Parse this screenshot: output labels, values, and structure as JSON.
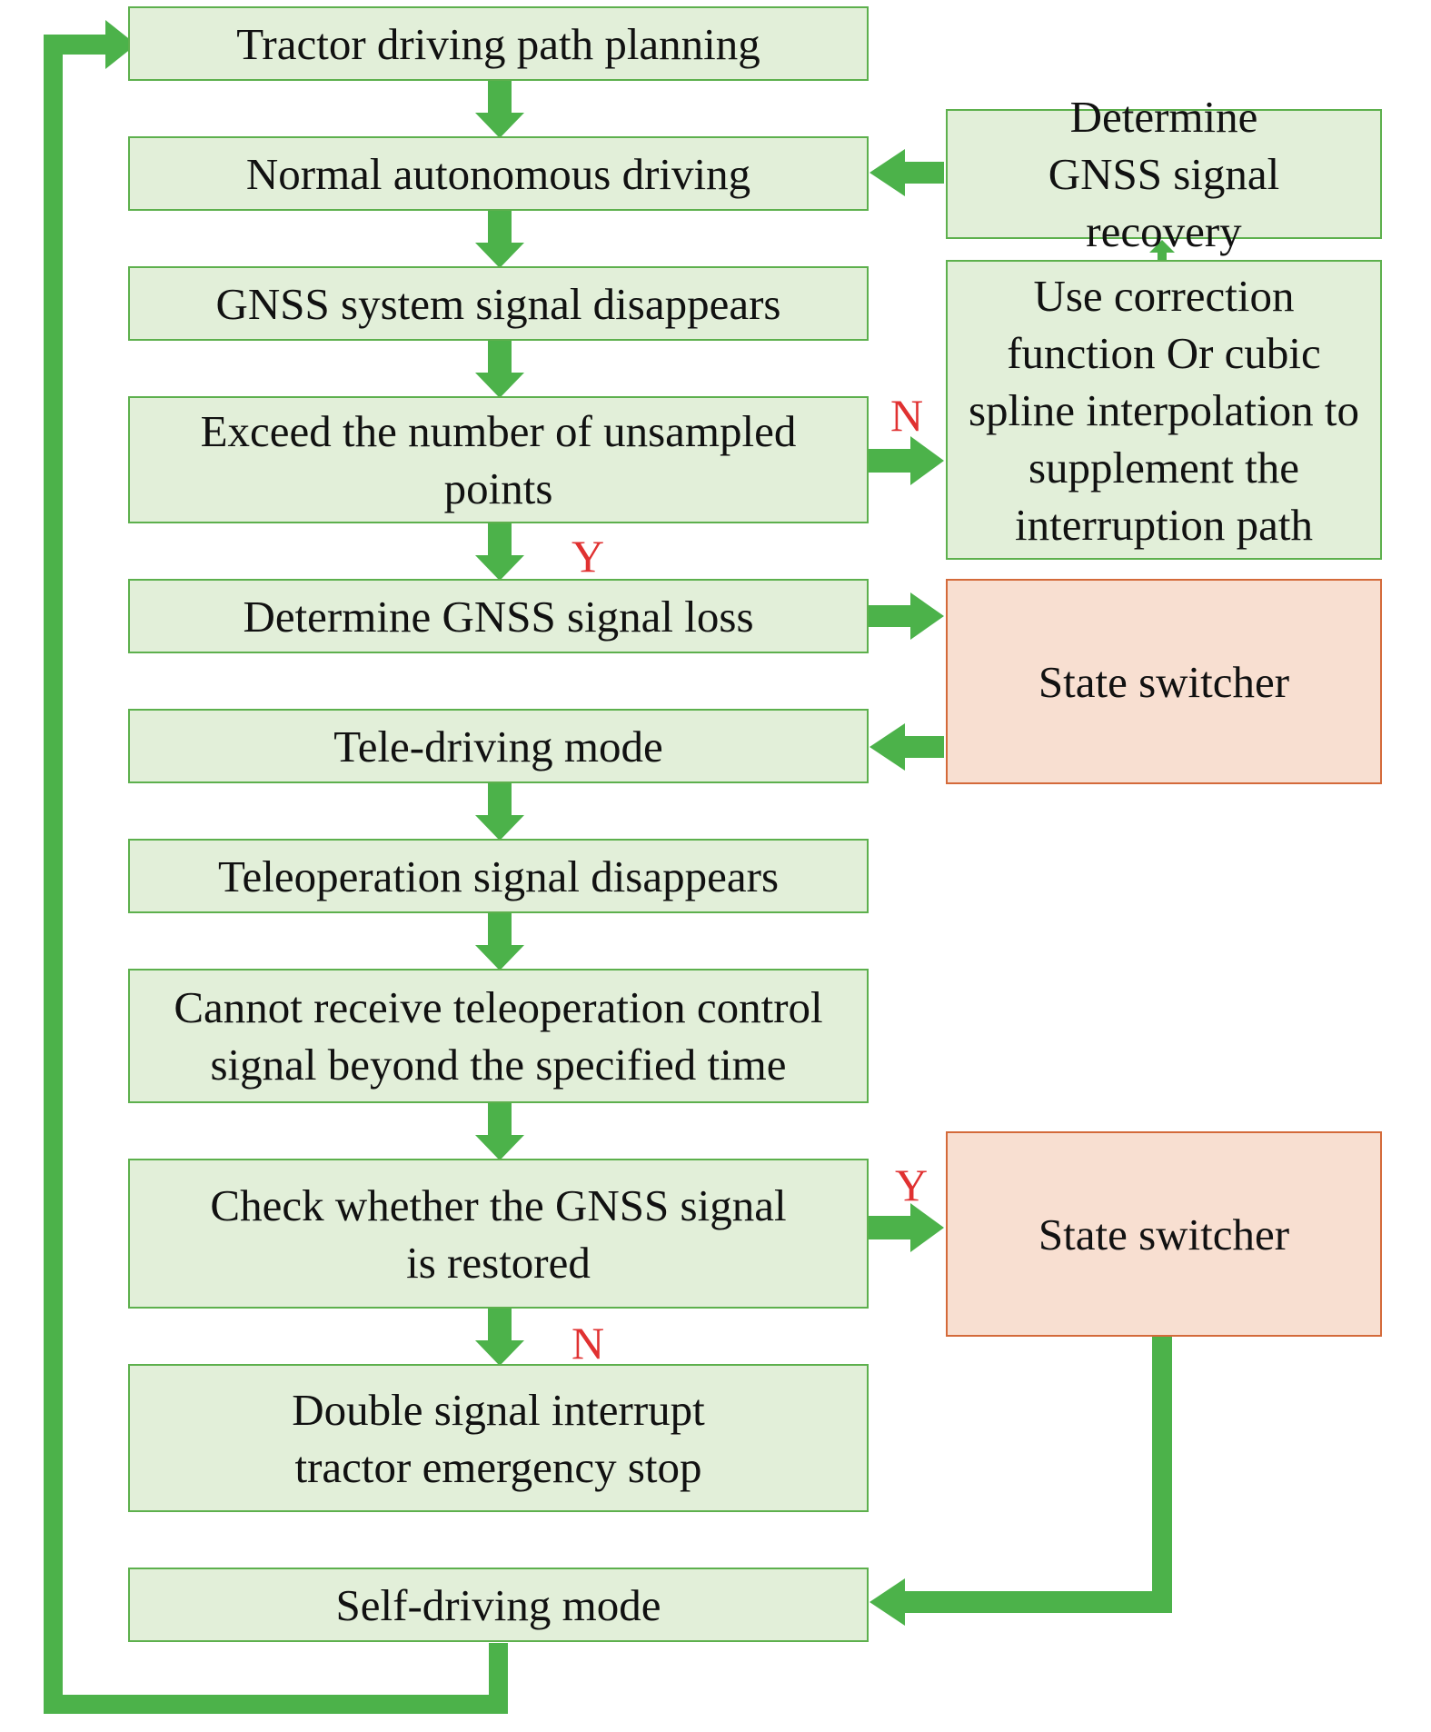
{
  "boxes": {
    "path_planning": "Tractor driving path planning",
    "normal_driving": "Normal autonomous driving",
    "gnss_disappears": "GNSS system signal disappears",
    "exceed_unsampled": "Exceed the number of unsampled points",
    "determine_loss": "Determine GNSS signal loss",
    "tele_mode": "Tele-driving mode",
    "teleop_disappears": "Teleoperation signal disappears",
    "cannot_receive": "Cannot receive teleoperation control signal beyond the specified time",
    "check_restored": "Check whether the GNSS signal is restored",
    "emergency_stop": "Double signal interrupt tractor emergency stop",
    "self_driving": "Self-driving mode",
    "determine_recovery": "Determine GNSS signal recovery",
    "use_correction": "Use correction function Or cubic spline interpolation to supplement the interruption path",
    "state_switcher_1": "State switcher",
    "state_switcher_2": "State switcher"
  },
  "labels": {
    "exceed_no": "N",
    "exceed_yes": "Y",
    "restored_yes": "Y",
    "restored_no": "N"
  },
  "colors": {
    "arrow": "#4cb24a",
    "process_fill": "#e2efd9",
    "switcher_fill": "#f8dfd1",
    "label": "#e03131"
  }
}
